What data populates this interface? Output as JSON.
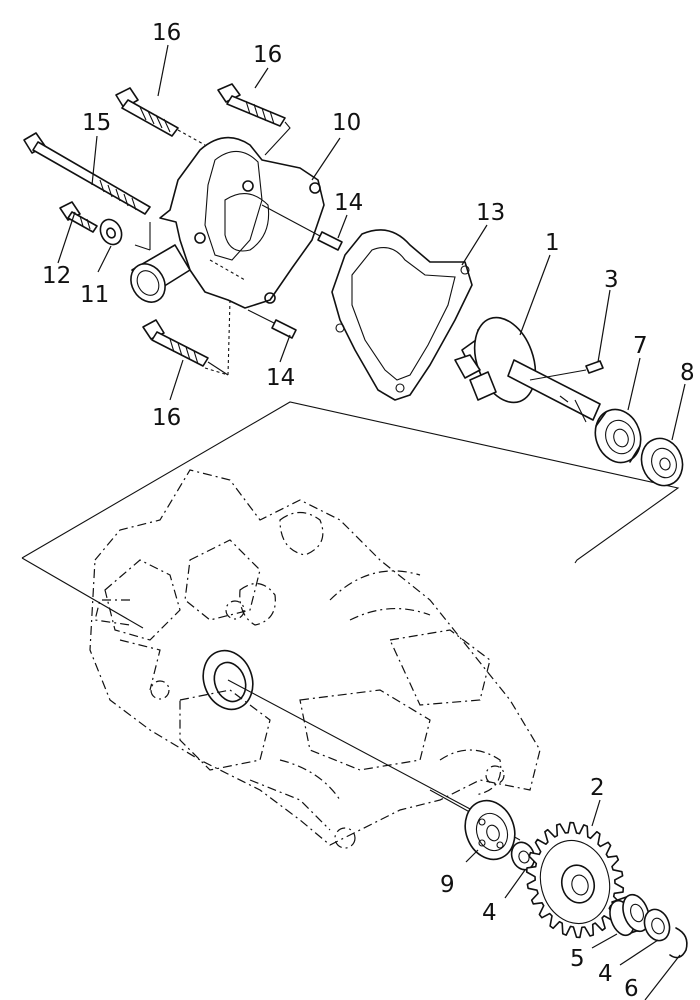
{
  "callouts": {
    "c1": "1",
    "c2": "2",
    "c3": "3",
    "c4a": "4",
    "c4b": "4",
    "c5": "5",
    "c6": "6",
    "c7": "7",
    "c8": "8",
    "c9": "9",
    "c10": "10",
    "c11": "11",
    "c12": "12",
    "c13": "13",
    "c14a": "14",
    "c14b": "14",
    "c15": "15",
    "c16a": "16",
    "c16b": "16",
    "c16c": "16"
  }
}
